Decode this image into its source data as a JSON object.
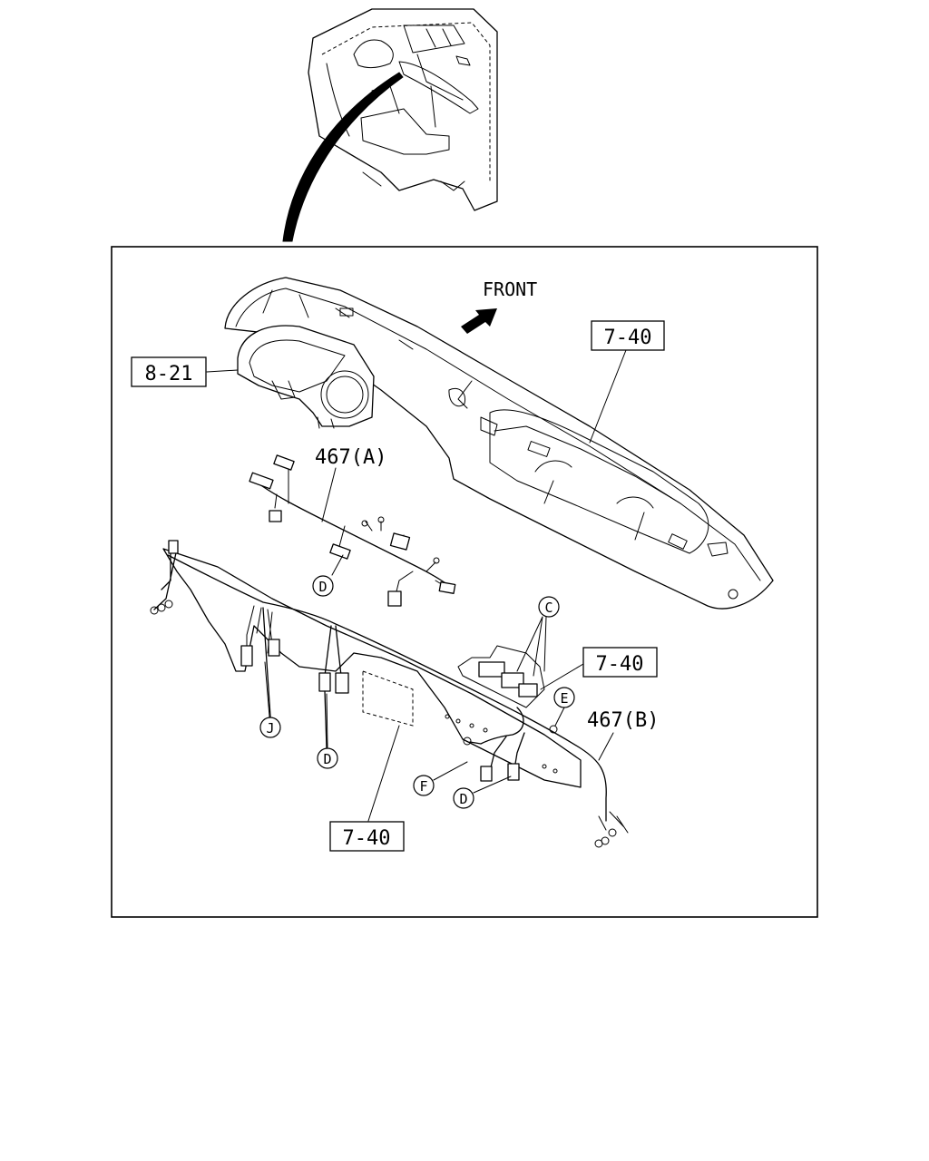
{
  "diagram": {
    "front_label": "FRONT",
    "callouts": {
      "ref_8_21": "8-21",
      "ref_7_40_top": "7-40",
      "ref_7_40_mid": "7-40",
      "ref_7_40_bottom": "7-40",
      "harness_a": "467(A)",
      "harness_b": "467(B)"
    },
    "connectors": {
      "c": "C",
      "d_upper": "D",
      "d_lower_left": "D",
      "d_lower_right": "D",
      "e": "E",
      "f": "F",
      "j": "J"
    }
  }
}
